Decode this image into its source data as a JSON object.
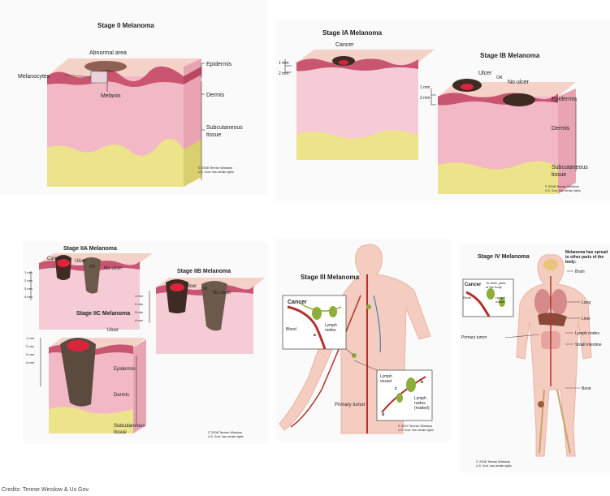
{
  "stage0": {
    "title": "Stage 0 Melanoma",
    "labels": {
      "abnormal_area": "Abnormal area",
      "melanocytes": "Melanocytes",
      "melanin": "Melanin",
      "epidermis": "Epidermis",
      "dermis": "Dermis",
      "subcutaneous_1": "Subcutaneous",
      "subcutaneous_2": "tissue"
    },
    "copyright_1": "© 2008 Terese Winslow",
    "copyright_2": "U.S. Govt. has certain rights"
  },
  "stage1": {
    "title_a": "Stage IA Melanoma",
    "title_b": "Stage IB Melanoma",
    "labels": {
      "cancer": "Cancer",
      "ulcer": "Ulcer",
      "or": "OR",
      "no_ulcer": "No ulcer",
      "epidermis": "Epidermis",
      "dermis": "Dermis",
      "subcutaneous_1": "Subcutaneous",
      "subcutaneous_2": "tissue"
    },
    "scale_a": [
      "1 mm",
      "2 mm"
    ],
    "scale_b": [
      "1 mm",
      "2 mm"
    ],
    "copyright_1": "© 2008 Terese Winslow",
    "copyright_2": "U.S. Govt. has certain rights"
  },
  "stage2": {
    "title_a": "Stage IIA Melanoma",
    "title_b": "Stage IIB Melanoma",
    "title_c": "Stage IIC Melanoma",
    "labels": {
      "cancer": "Cancer",
      "ulcer": "Ulcer",
      "or": "OR",
      "no_ulcer": "No ulcer",
      "epidermis": "Epidermis",
      "dermis": "Dermis",
      "subcutaneous_1": "Subcutaneous",
      "subcutaneous_2": "tissue"
    },
    "scale_4": [
      "1 mm",
      "2 mm",
      "3 mm",
      "4 mm"
    ],
    "copyright_1": "© 2008 Terese Winslow",
    "copyright_2": "U.S. Govt. has certain rights"
  },
  "stage3": {
    "title": "Stage III Melanoma",
    "labels": {
      "cancer": "Cancer",
      "blood": "Blood",
      "lymph_1": "Lymph",
      "lymph_2": "nodes",
      "a": "a",
      "primary_tumor": "Primary tumor",
      "lymph_vessel_1": "Lymph",
      "lymph_vessel_2": "vessel",
      "lymph_matted_1": "Lymph",
      "lymph_matted_2": "nodes",
      "lymph_matted_3": "(matted)",
      "b": "b",
      "c": "c",
      "d": "d"
    },
    "copyright_1": "© 2010 Terese Winslow",
    "copyright_2": "U.S. Govt. has certain rights"
  },
  "stage4": {
    "title": "Stage IV Melanoma",
    "spread_1": "Melanoma has spread",
    "spread_2": "to other parts of the",
    "spread_3": "body:",
    "organs": {
      "brain": "Brain",
      "lung": "Lung",
      "liver": "Liver",
      "lymph_nodes": "Lymph nodes",
      "small_intestine": "Small intestine",
      "bone": "Bone",
      "primary_tumor": "Primary tumor"
    },
    "inset": {
      "cancer": "Cancer",
      "to_other_1": "To other parts",
      "to_other_2": "of the body",
      "blood": "Blood",
      "lymph_1": "Lymph",
      "lymph_2": "nodes"
    },
    "copyright_1": "© 2008 Terese Winslow",
    "copyright_2": "U.S. Govt. has certain rights"
  },
  "credit": "Credits: Terese Winslow & Us Gov."
}
